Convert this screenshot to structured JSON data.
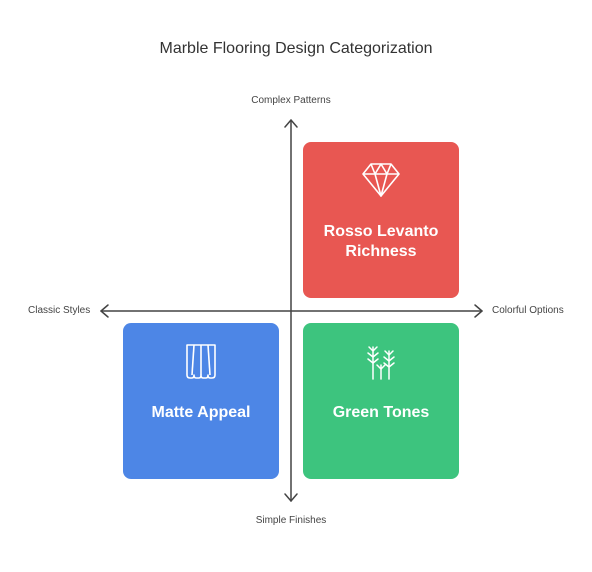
{
  "title": "Marble Flooring Design Categorization",
  "axes": {
    "top": "Complex Patterns",
    "bottom": "Simple Finishes",
    "left": "Classic Styles",
    "right": "Colorful Options"
  },
  "quadrants": {
    "top_right": {
      "label": "Rosso Levanto Richness",
      "icon": "diamond-icon",
      "color": "#E85752"
    },
    "bottom_left": {
      "label": "Matte Appeal",
      "icon": "tiles-icon",
      "color": "#4D86E6"
    },
    "bottom_right": {
      "label": "Green Tones",
      "icon": "plant-icon",
      "color": "#3DC47E"
    }
  },
  "colors": {
    "axis": "#444444"
  }
}
